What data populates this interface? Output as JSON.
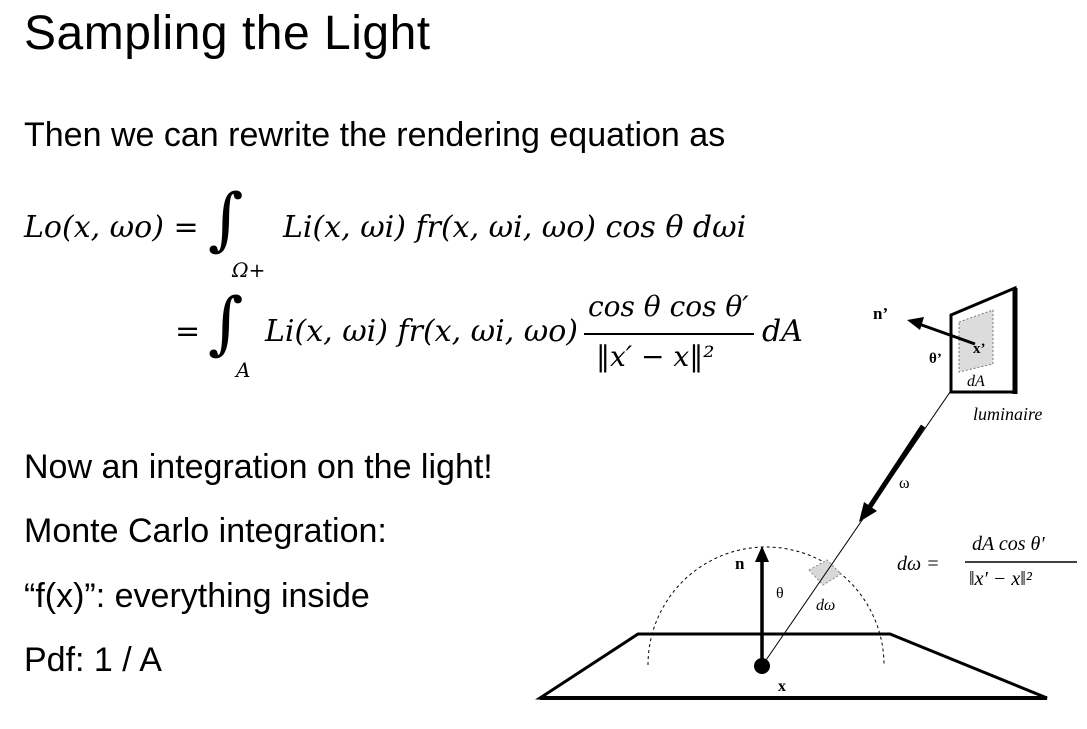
{
  "slide": {
    "title": "Sampling the Light",
    "intro": "Then we can rewrite the rendering equation as",
    "equation": {
      "line1_lhs": "Lo(x, ωo) =",
      "line1_integral_sub": "Ω+",
      "line1_rhs": "Li(x, ωi) fr(x, ωi, ωo) cos θ dωi",
      "line2_eq": "=",
      "line2_integral_sub": "A",
      "line2_rhs": "Li(x, ωi) fr(x, ωi, ωo)",
      "line2_numerator": "cos θ cos θ′",
      "line2_denominator": "‖x′ − x‖²",
      "line2_tail": "dA"
    },
    "bullets": [
      "Now an integration on the light!",
      "Monte Carlo integration:",
      "“f(x)”: everything inside",
      "Pdf: 1 / A"
    ]
  },
  "diagram": {
    "labels": {
      "n_prime": "n’",
      "theta_prime": "θ’",
      "x_prime": "x’",
      "dA": "dA",
      "luminaire": "luminaire",
      "omega": "ω",
      "n": "n",
      "theta": "θ",
      "d_omega": "dω",
      "x": "x"
    },
    "formula": {
      "lhs": "dω =",
      "numerator": "dA cos θ′",
      "denominator": "‖x′ − x‖²"
    }
  }
}
